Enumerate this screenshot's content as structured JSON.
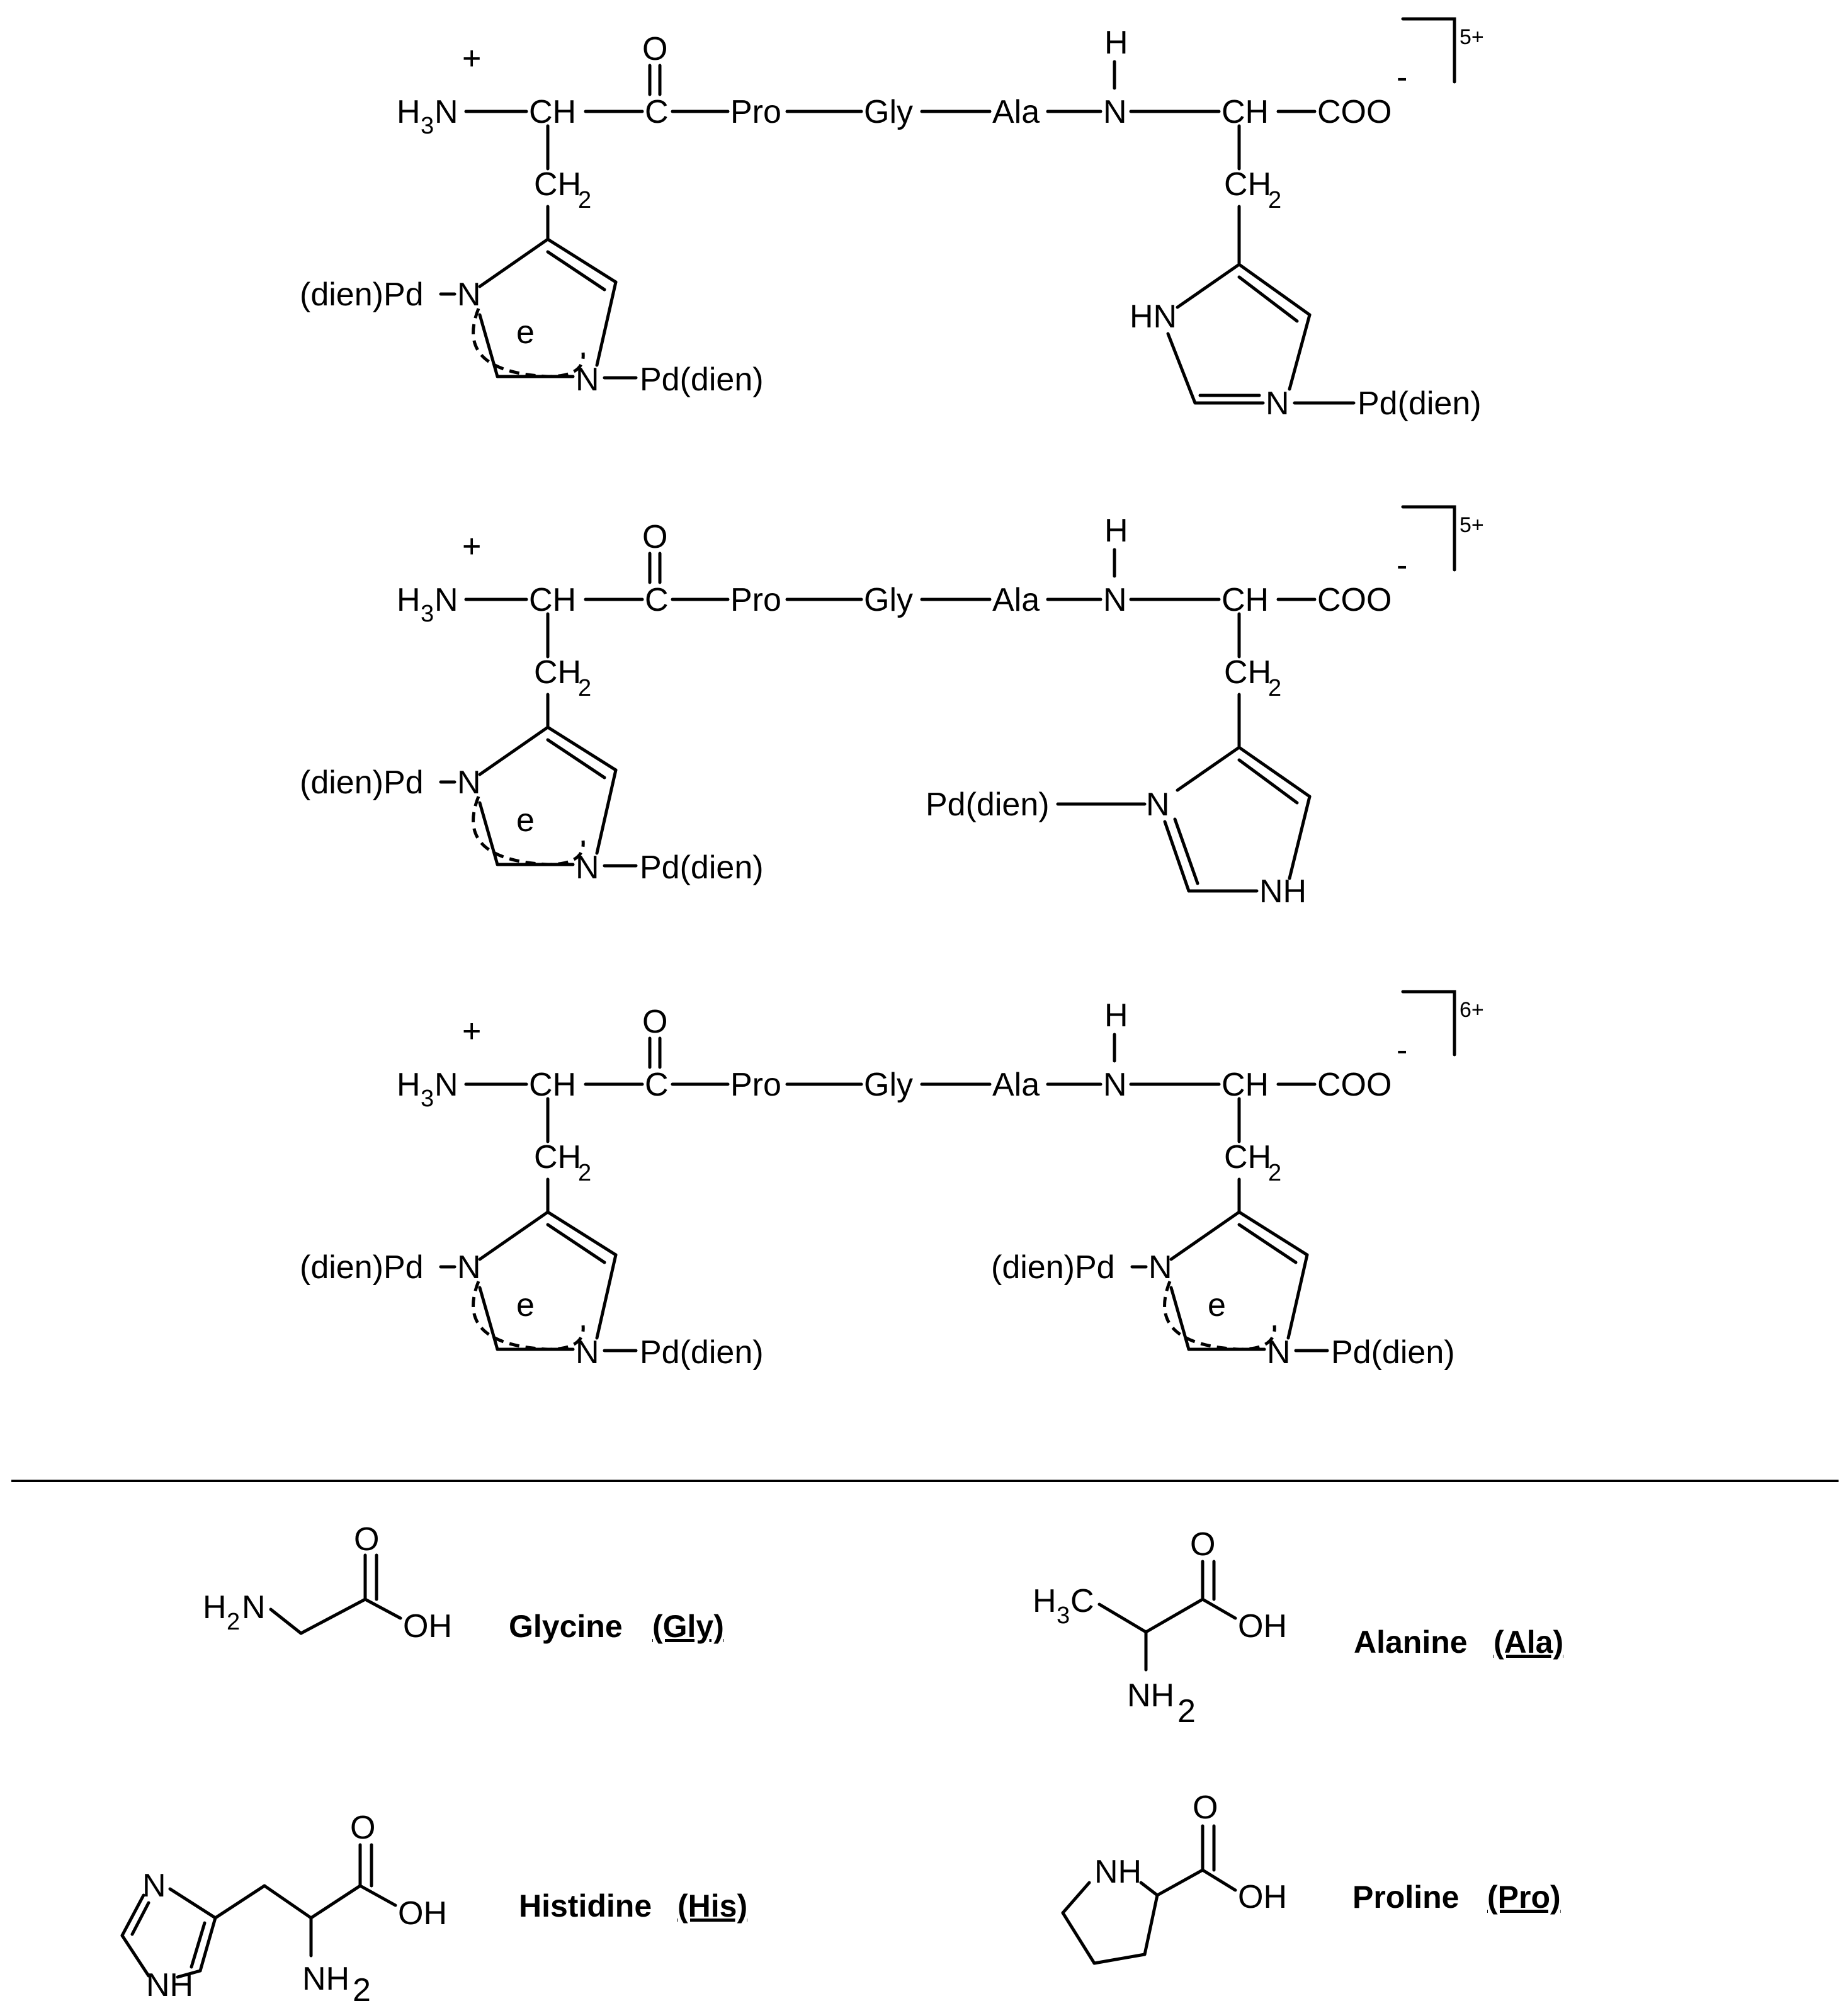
{
  "labels": {
    "plus": "+",
    "H3N_H": "H",
    "H3N_3": "3",
    "H3N_N": "N",
    "CH": "CH",
    "C": "C",
    "O": "O",
    "Pro": "Pro",
    "Gly": "Gly",
    "Ala": "Ala",
    "N": "N",
    "H": "H",
    "COO": "COO",
    "minus": "-",
    "CH2_CH": "CH",
    "CH2_2": "2",
    "dienPd_left": "(dien)Pd",
    "Pd_dien": "Pd(dien)",
    "e": "e",
    "HN": "HN",
    "NH": "NH"
  },
  "charges": [
    "5+",
    "5+",
    "6+"
  ],
  "amino_acids": [
    {
      "name": "Glycine",
      "abbr": "(Gly)",
      "atoms": {
        "H2N_H": "H",
        "H2N_2": "2",
        "H2N_N": "N",
        "O": "O",
        "OH": "OH"
      }
    },
    {
      "name": "Alanine",
      "abbr": "(Ala)",
      "atoms": {
        "H3C_H": "H",
        "H3C_3": "3",
        "H3C_C": "C",
        "O": "O",
        "OH": "OH",
        "NH2_NH": "NH",
        "NH2_2": "2"
      }
    },
    {
      "name": "Histidine",
      "abbr": "(His)",
      "atoms": {
        "N": "N",
        "NH": "NH",
        "O": "O",
        "OH": "OH",
        "NH2_NH": "NH",
        "NH2_2": "2"
      }
    },
    {
      "name": "Proline",
      "abbr": "(Pro)",
      "atoms": {
        "NH": "NH",
        "O": "O",
        "OH": "OH"
      }
    }
  ]
}
